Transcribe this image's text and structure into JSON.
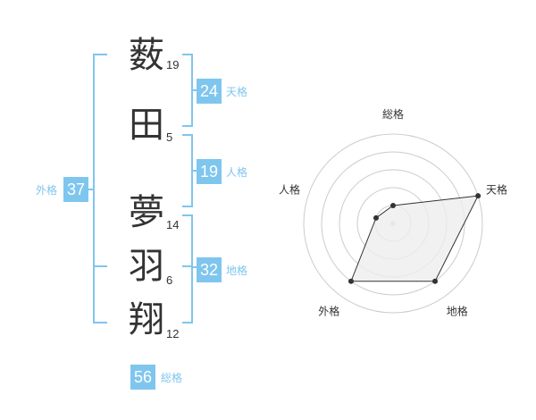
{
  "name": {
    "chars": [
      {
        "char": "薮",
        "strokes": "19"
      },
      {
        "char": "田",
        "strokes": "5"
      },
      {
        "char": "夢",
        "strokes": "14"
      },
      {
        "char": "羽",
        "strokes": "6"
      },
      {
        "char": "翔",
        "strokes": "12"
      }
    ]
  },
  "kaku": {
    "tenkaku": {
      "value": "24",
      "label": "天格"
    },
    "jinkaku": {
      "value": "19",
      "label": "人格"
    },
    "chikaku": {
      "value": "32",
      "label": "地格"
    },
    "gaikaku": {
      "value": "37",
      "label": "外格"
    },
    "soukaku": {
      "value": "56",
      "label": "総格"
    }
  },
  "chart_data": {
    "type": "radar",
    "axes": [
      "総格",
      "天格",
      "地格",
      "外格",
      "人格"
    ],
    "values": [
      1,
      5,
      4,
      4,
      1
    ],
    "max": 5,
    "rings": 5,
    "colors": {
      "fill": "#eeeeee",
      "stroke": "#333333",
      "grid": "#cccccc",
      "point": "#333333"
    }
  },
  "colors": {
    "accent": "#7fc6ee",
    "text": "#333333"
  }
}
